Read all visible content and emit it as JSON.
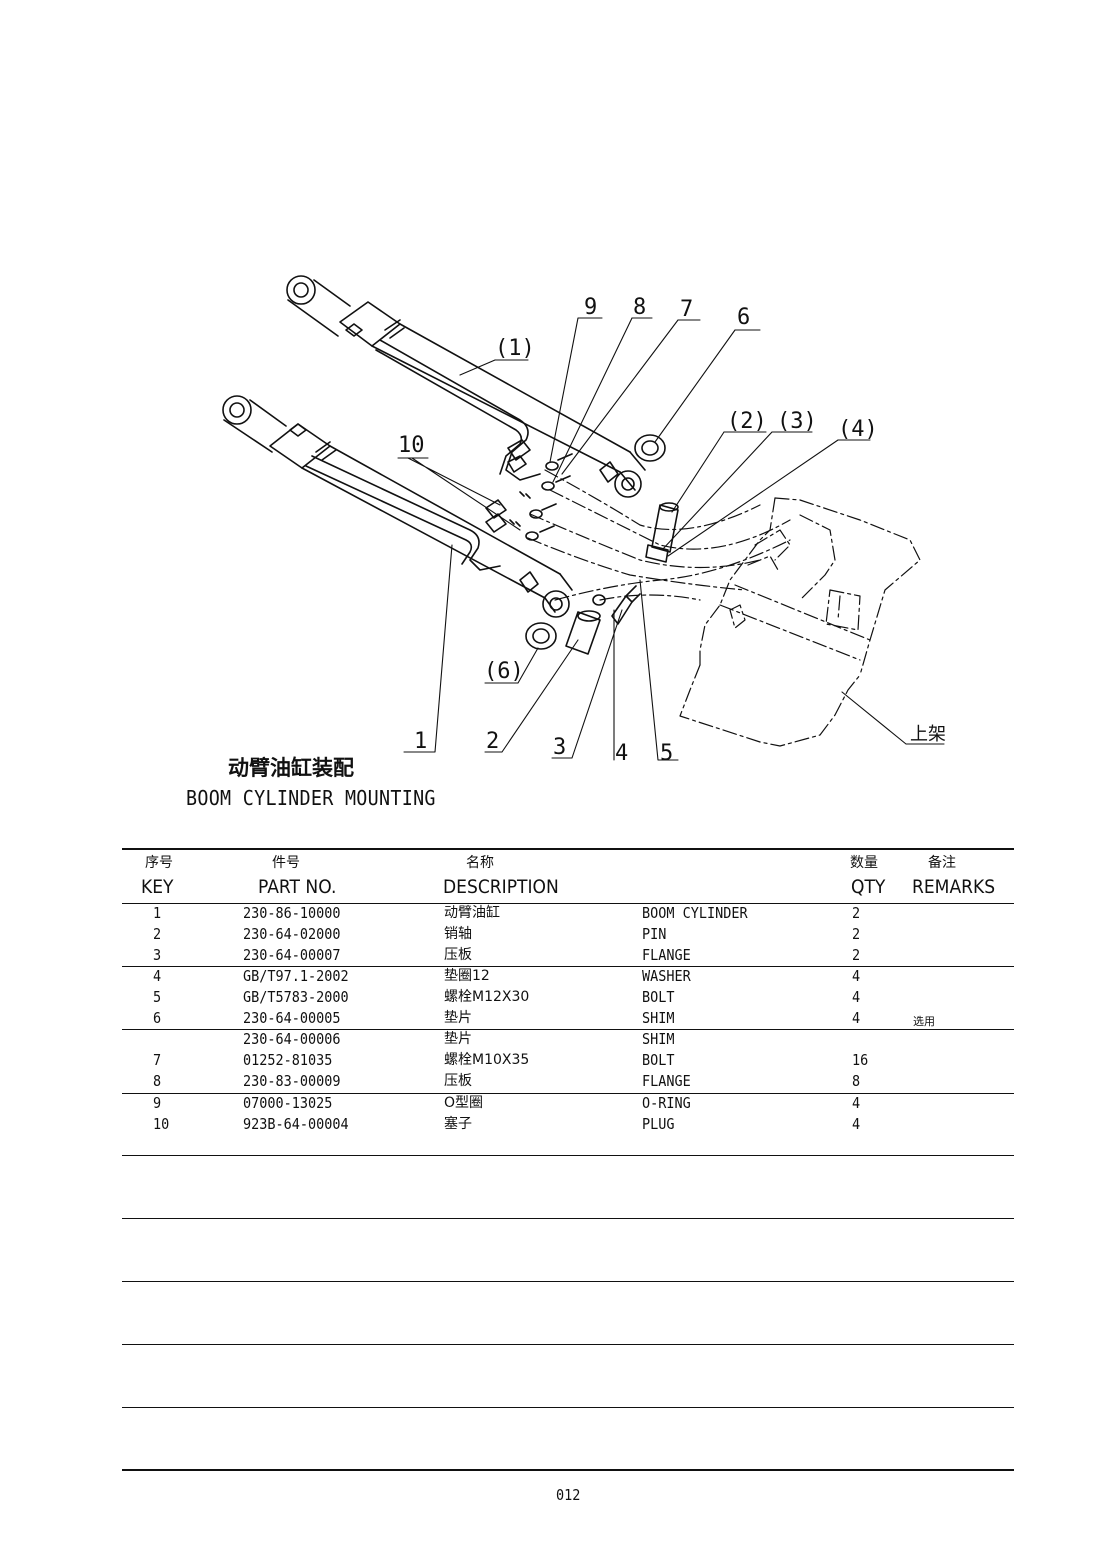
{
  "drawing": {
    "callouts_top": [
      "9",
      "8",
      "7",
      "6",
      "(1)",
      "10",
      "(2)",
      "(3)",
      "(4)",
      "(6)"
    ],
    "callouts_bottom": [
      "1",
      "2",
      "3",
      "4",
      "5"
    ],
    "frame_label": "上架"
  },
  "title": {
    "cn": "动臂油缸装配",
    "en": "BOOM CYLINDER MOUNTING"
  },
  "table": {
    "headers_cn": {
      "key": "序号",
      "part": "件号",
      "desc": "名称",
      "qty": "数量",
      "remarks": "备注"
    },
    "headers_en": {
      "key": "KEY",
      "part": "PART NO.",
      "desc": "DESCRIPTION",
      "qty": "QTY",
      "remarks": "REMARKS"
    },
    "rows": [
      {
        "key": "1",
        "part": "230-86-10000",
        "cn": "动臂油缸",
        "en": "BOOM CYLINDER",
        "qty": "2",
        "remarks": ""
      },
      {
        "key": "2",
        "part": "230-64-02000",
        "cn": "销轴",
        "en": "PIN",
        "qty": "2",
        "remarks": ""
      },
      {
        "key": "3",
        "part": "230-64-00007",
        "cn": "压板",
        "en": "FLANGE",
        "qty": "2",
        "remarks": ""
      },
      {
        "key": "4",
        "part": "GB/T97.1-2002",
        "cn": "垫圈12",
        "en": "WASHER",
        "qty": "4",
        "remarks": ""
      },
      {
        "key": "5",
        "part": "GB/T5783-2000",
        "cn": "螺栓M12X30",
        "en": "BOLT",
        "qty": "4",
        "remarks": ""
      },
      {
        "key": "6",
        "part": "230-64-00005",
        "cn": "垫片",
        "en": "SHIM",
        "qty": "4",
        "remarks": "选用"
      },
      {
        "key": "",
        "part": "230-64-00006",
        "cn": "垫片",
        "en": "SHIM",
        "qty": "",
        "remarks": ""
      },
      {
        "key": "7",
        "part": "01252-81035",
        "cn": "螺栓M10X35",
        "en": "BOLT",
        "qty": "16",
        "remarks": ""
      },
      {
        "key": "8",
        "part": "230-83-00009",
        "cn": "压板",
        "en": "FLANGE",
        "qty": "8",
        "remarks": ""
      },
      {
        "key": "9",
        "part": "07000-13025",
        "cn": "O型圈",
        "en": "O-RING",
        "qty": "4",
        "remarks": ""
      },
      {
        "key": "10",
        "part": "923B-64-00004",
        "cn": "塞子",
        "en": "PLUG",
        "qty": "4",
        "remarks": ""
      }
    ]
  },
  "page_number": "012"
}
